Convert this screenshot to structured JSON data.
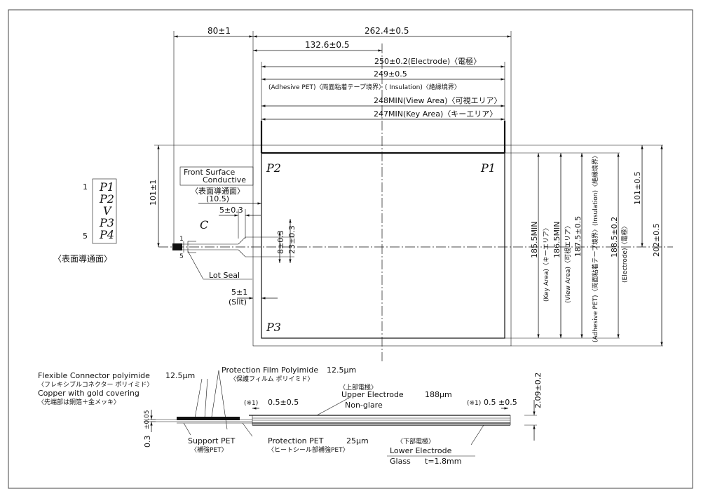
{
  "top_dims": {
    "d80": "80±1",
    "d262": "262.4±0.5",
    "d132": "132.6±0.5",
    "d250": "250±0.2(Electrode)〈電極〉",
    "d249": "249±0.5",
    "d249_label": "(Adhesive PET)〈両面粘着テープ境界〉( Insulation)〈絶縁境界〉",
    "d248": "248MIN(View Area)〈可視エリア〉",
    "d247": "247MIN(Key Area)〈キーエリア〉"
  },
  "panel": {
    "p1": "P1",
    "p2": "P2",
    "p3": "P3",
    "front_surface_l1": "Front Surface",
    "front_surface_l2": "Conductive",
    "front_surface_jp": "〈表面導通面〉",
    "d10_5": "(10.5)",
    "d5_03": "5±0.3",
    "c_label": "C",
    "d8_03": "8±0.3",
    "d23_03": "23±0.3",
    "pin1": "1",
    "pin5": "5",
    "lot_seal": "Lot Seal",
    "slit_dim": "5±1",
    "slit_label": "(Slit)"
  },
  "pin_table": {
    "first": "1",
    "last": "5",
    "pins": [
      "P1",
      "P2",
      "V",
      "P3",
      "P4"
    ],
    "caption": "〈表面導通面〉"
  },
  "right_dims": {
    "d101_left": "101±1",
    "d185": "185.5MIN",
    "d185_label": "(Key Area)〈キーエリア〉",
    "d186": "186.5MIN",
    "d186_label": "(View Area)〈可視エリア〉",
    "d187": "187.5±0.5",
    "d187_label": "(Adhesive PET)〈両面粘着テープ境界〉(Insulation)〈絶縁境界〉",
    "d188": "188.5±0.2",
    "d188_label": "(Electrode)〈電極〉",
    "d101_right": "101±0.5",
    "d202": "202±0.5"
  },
  "section": {
    "fpc_l1": "Flexible Connector polyimide",
    "fpc_l2": "〈フレキシブルコネクター ポリイミド〉",
    "copper_l1": "Copper with gold covering",
    "copper_l2": "〈先端部は銅箔＋金メッキ〉",
    "t12_5a": "12.5μm",
    "prot_film": "Protection Film  Polyimide",
    "t12_5b": "12.5μm",
    "prot_film_jp": "〈保護フィルム ポリイミド〉",
    "upper_jp": "〈上部電極〉",
    "upper": "Upper Electrode",
    "t188": "188μm",
    "nonglare": "Non-glare",
    "note1a": "(※1)",
    "d0_5a": "0.5±0.5",
    "note1b": "(※1)",
    "d0_5b": "0.5 ±0.5",
    "d2_09": "2.09±0.2",
    "d0_05": "±0.05",
    "d0_3": "0.3",
    "support": "Support  PET",
    "support_jp": "〈補強PET〉",
    "prot_pet": "Protection PET",
    "t25": "25μm",
    "prot_pet_jp": "〈ヒートシール部補強PET〉",
    "lower_jp": "〈下部電極〉",
    "lower": "Lower Electrode",
    "glass": "Glass",
    "glass_t": "t=1.8mm"
  }
}
